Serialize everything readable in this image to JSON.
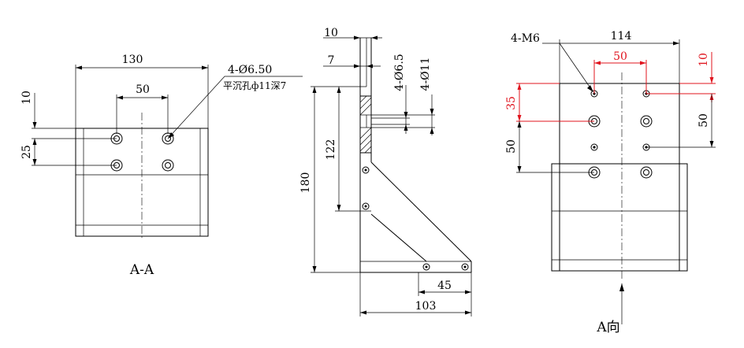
{
  "view_aa": {
    "dim_width": "130",
    "dim_hole_spacing": "50",
    "dim_top_offset": "10",
    "dim_row_spacing": "25",
    "callout_holes": "4-Ø6.50",
    "callout_counterbore": "平沉孔ф11深7",
    "label": "A-A"
  },
  "view_side": {
    "dim_plate_thickness": "10",
    "dim_offset_7": "7",
    "dim_hole_small": "4-Ø6.5",
    "dim_hole_large": "4-Ø11",
    "dim_height_122": "122",
    "dim_height_180": "180",
    "dim_base_45": "45",
    "dim_total_103": "103"
  },
  "view_a": {
    "callout_thread": "4-M6",
    "dim_width": "114",
    "dim_hole_spacing": "50",
    "dim_top_offset": "10",
    "dim_offset_35": "35",
    "dim_right_50": "50",
    "dim_left_50": "50",
    "direction_label": "A向"
  },
  "colors": {
    "line": "#000000",
    "highlight": "#e0141e",
    "background": "#ffffff"
  }
}
